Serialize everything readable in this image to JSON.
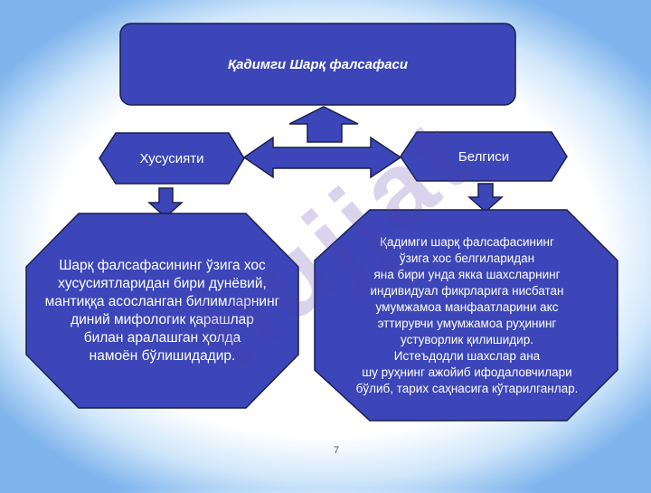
{
  "diagram": {
    "title": "Қадимги Шарқ фалсафаси",
    "left_label": "Хусусияти",
    "right_label": "Белгиси",
    "left_body": "Шарқ фалсафасининг ўзига хос\nхусусиятларидан бири дунёвий,\nмантиққа асосланган билимларнинг\nдиний мифологик қарашлар\nбилан аралашган ҳолда\nнамоён бўлишидадир.",
    "right_body": "Қадимги шарқ фалсафасининг\nўзига хос белгиларидан\nяна бири унда якка шахсларнинг\nиндивидуал фикрларига нисбатан\nумумжамоа манфаатларини акс\nэттирувчи умумжамоа руҳининг\nустуворлик қилишидир.\nИстеъдодли шахслар ана\nшу руҳнинг ажойиб ифодаловчилари\nбўлиб, тарих саҳнасига кўтарилганлар."
  },
  "page_number": "7",
  "watermark": "hujjat",
  "colors": {
    "shape_fill": "#3c46b8",
    "shape_stroke": "#1a1f4d",
    "text": "#ffffff",
    "background_edge": "#7fb4ec"
  }
}
